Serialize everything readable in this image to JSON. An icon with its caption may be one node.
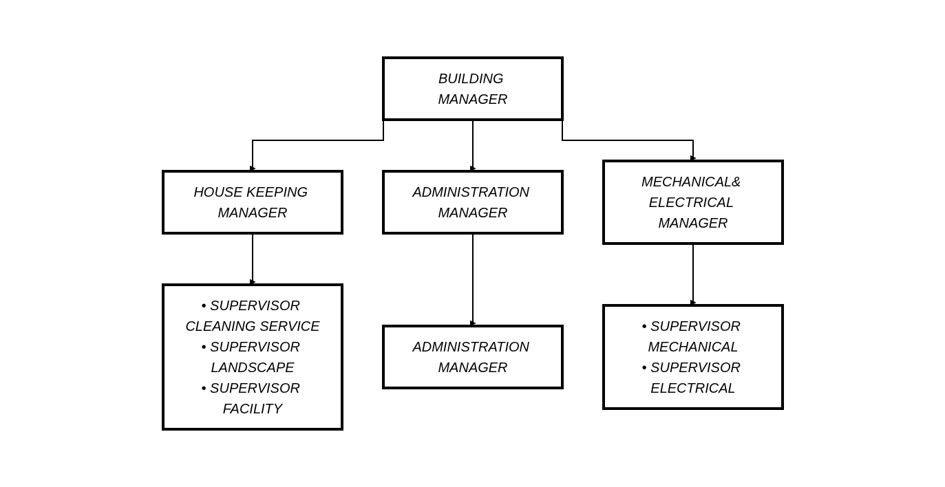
{
  "diagram": {
    "nodes": [
      {
        "text": [
          "BUILDING MANAGER"
        ]
      },
      {
        "text": [
          "HOUSE KEEPING MANAGER"
        ]
      },
      {
        "text": [
          "ADMINISTRATION MANAGER"
        ]
      },
      {
        "text": [
          "MECHANICAL& ELECTRICAL MANAGER"
        ]
      },
      {
        "text": [
          "• SUPERVISOR CLEANING SERVICE",
          "• SUPERVISOR LANDSCAPE",
          "• SUPERVISOR FACILITY"
        ]
      },
      {
        "text": [
          "ADMINISTRATION MANAGER"
        ]
      },
      {
        "text": [
          "• SUPERVISOR MECHANICAL",
          "• SUPERVISOR ELECTRICAL"
        ]
      }
    ],
    "edges": [
      {
        "from": 0,
        "to": 1,
        "arrow": "to"
      },
      {
        "from": 0,
        "to": 2,
        "arrow": "to"
      },
      {
        "from": 0,
        "to": 3,
        "arrow": "to"
      },
      {
        "from": 1,
        "to": 4,
        "arrow": "to"
      },
      {
        "from": 2,
        "to": 5,
        "arrow": "to"
      },
      {
        "from": 3,
        "to": 6,
        "arrow": "to"
      }
    ]
  }
}
